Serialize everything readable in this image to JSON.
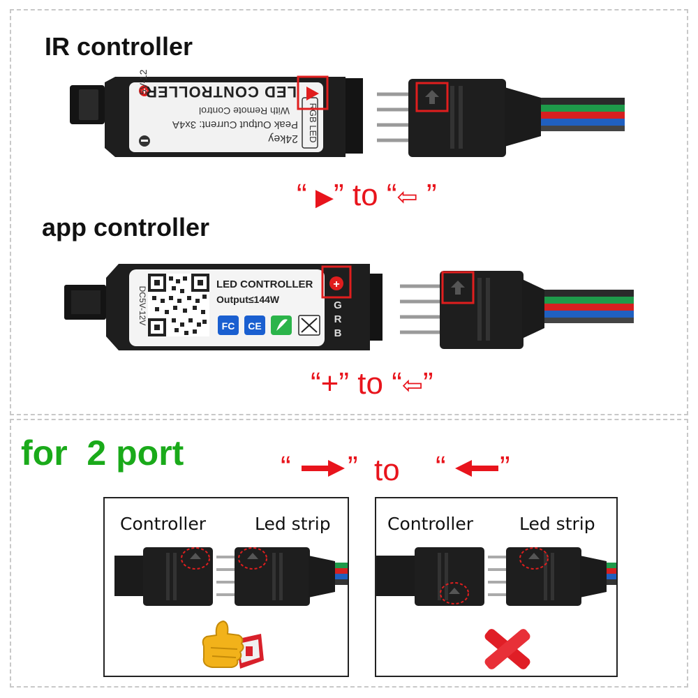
{
  "ir_section": {
    "title": "IR controller",
    "label_lines": [
      "5V-12V",
      "24key",
      "Peak Output Current: 3x4A",
      "With Remote Control",
      "LED CONTROLLER",
      "RGB LED"
    ],
    "instruction": {
      "open_quote": "“",
      "symbol": "▶",
      "close_quote": "”",
      "connector": "to",
      "open_quote2": "“",
      "symbol2": "⇦",
      "close_quote2": "”"
    }
  },
  "app_section": {
    "title": "app controller",
    "label_lines": [
      "LED CONTROLLER",
      "Output≤144W",
      "DC5V-12V"
    ],
    "pins": [
      "G",
      "R",
      "B"
    ],
    "cert_marks": [
      "FC",
      "CE"
    ],
    "instruction": {
      "open_quote": "“",
      "symbol": "+",
      "close_quote": "”",
      "connector": "to",
      "open_quote2": "“",
      "symbol2": "⇦",
      "close_quote2": "”"
    }
  },
  "two_port_section": {
    "title": "for  2 port",
    "instruction": {
      "open_quote": "“",
      "close_quote": "”",
      "connector": "to",
      "open_quote2": "“",
      "close_quote2": "”"
    },
    "correct_box": {
      "left_label": "Controller",
      "right_label": "Led strip"
    },
    "wrong_box": {
      "left_label": "Controller",
      "right_label": "Led strip"
    }
  },
  "colors": {
    "title_green": "#1aaa1a",
    "arrow_red": "#e8141c",
    "panel_border": "#c8c8c8",
    "controller_black": "#1e1e1e"
  },
  "icons": [
    "thumbs-up-icon",
    "red-x-icon",
    "qr-code-icon",
    "recycle-icon",
    "weee-bin-icon"
  ]
}
